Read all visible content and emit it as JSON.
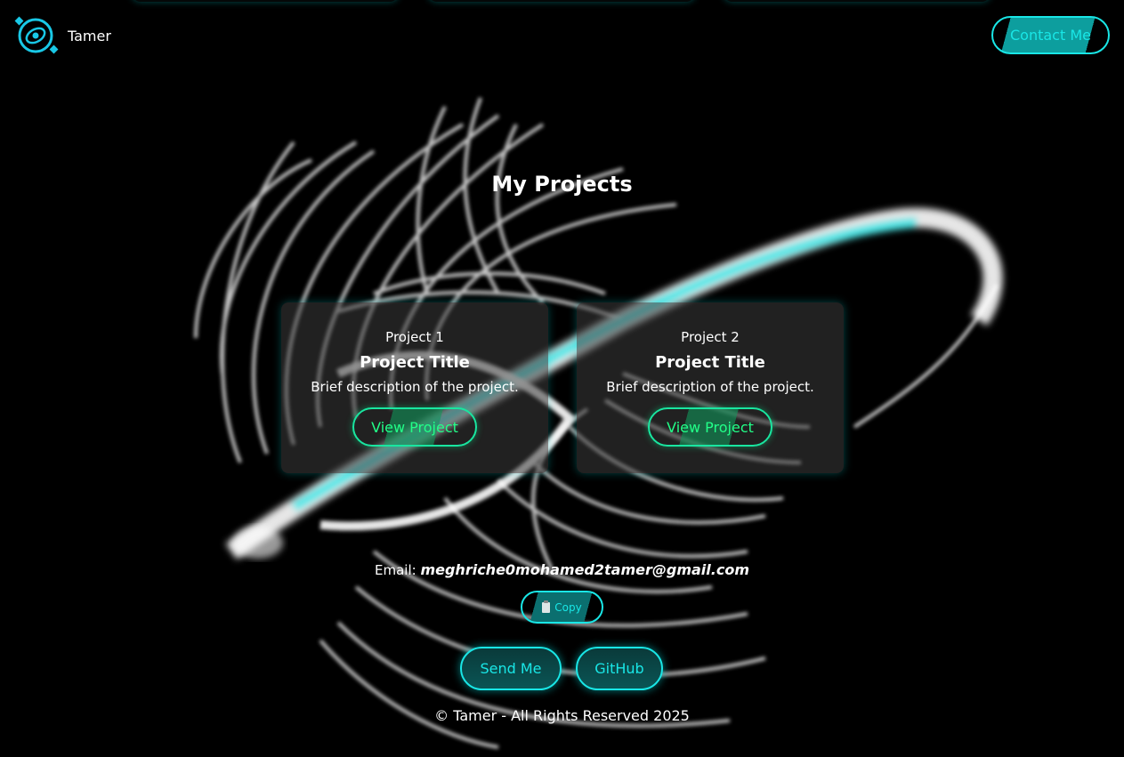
{
  "nav": {
    "brand": "Tamer",
    "logo_icon": "galaxy-orbit-icon",
    "contact_label": "Contact Me"
  },
  "projects": {
    "title": "My Projects",
    "items": [
      {
        "number": "Project 1",
        "title": "Project Title",
        "description": "Brief description of the project.",
        "button": "View Project"
      },
      {
        "number": "Project 2",
        "title": "Project Title",
        "description": "Brief description of the project.",
        "button": "View Project"
      }
    ]
  },
  "contact": {
    "email_label": "Email:",
    "email_value": "meghriche0mohamed2tamer@gmail.com",
    "copy_icon": "clipboard-icon",
    "copy_label": "Copy",
    "send_label": "Send Me",
    "github_label": "GitHub"
  },
  "footer": {
    "text": "© Tamer - All Rights Reserved 2025"
  },
  "colors": {
    "background": "#000000",
    "accent_cyan": "#19e6e6",
    "accent_green": "#22ff88"
  }
}
